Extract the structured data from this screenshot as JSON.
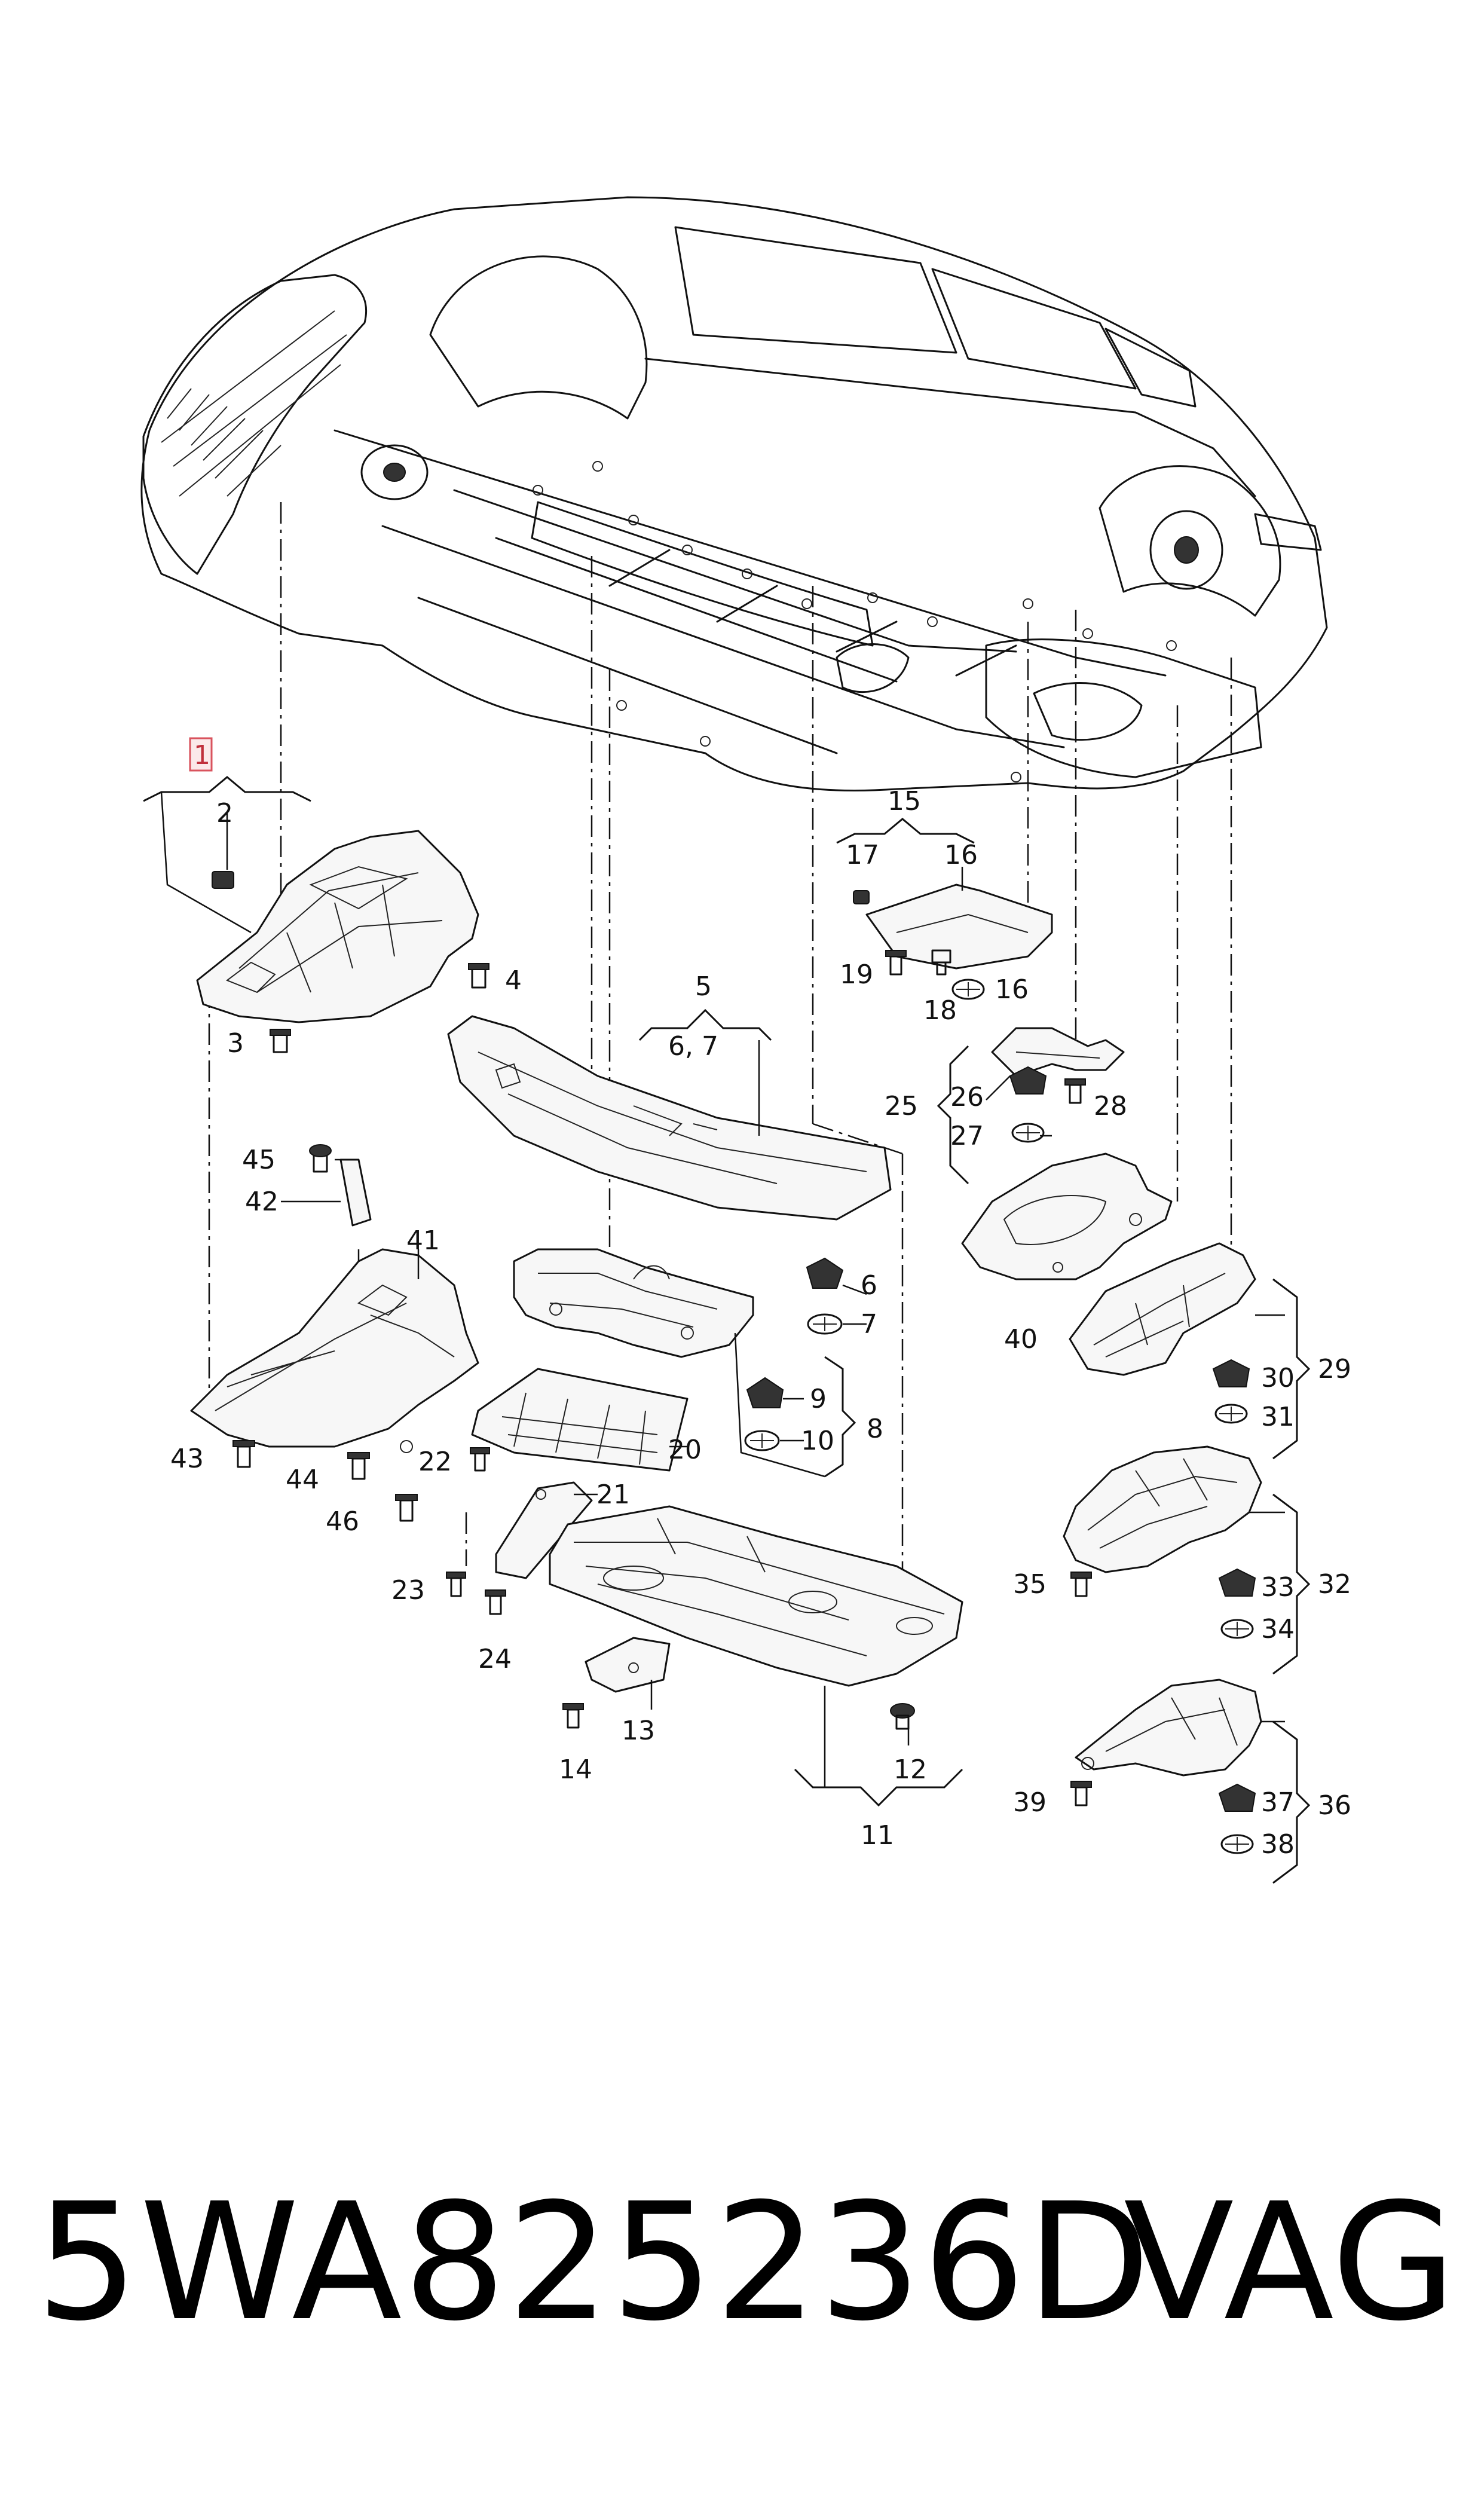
{
  "highlighted_callout": "1",
  "callouts": [
    "2",
    "3",
    "4",
    "5",
    "6, 7",
    "6",
    "7",
    "8",
    "9",
    "10",
    "11",
    "12",
    "13",
    "14",
    "15",
    "16",
    "17",
    "16",
    "18",
    "19",
    "20",
    "21",
    "22",
    "23",
    "24",
    "25",
    "26",
    "27",
    "28",
    "29",
    "30",
    "31",
    "32",
    "33",
    "34",
    "35",
    "36",
    "37",
    "38",
    "39",
    "40",
    "41",
    "42",
    "43",
    "44",
    "45",
    "46"
  ],
  "footer": {
    "part_number": "5WA825236D",
    "brand": "VAG"
  }
}
